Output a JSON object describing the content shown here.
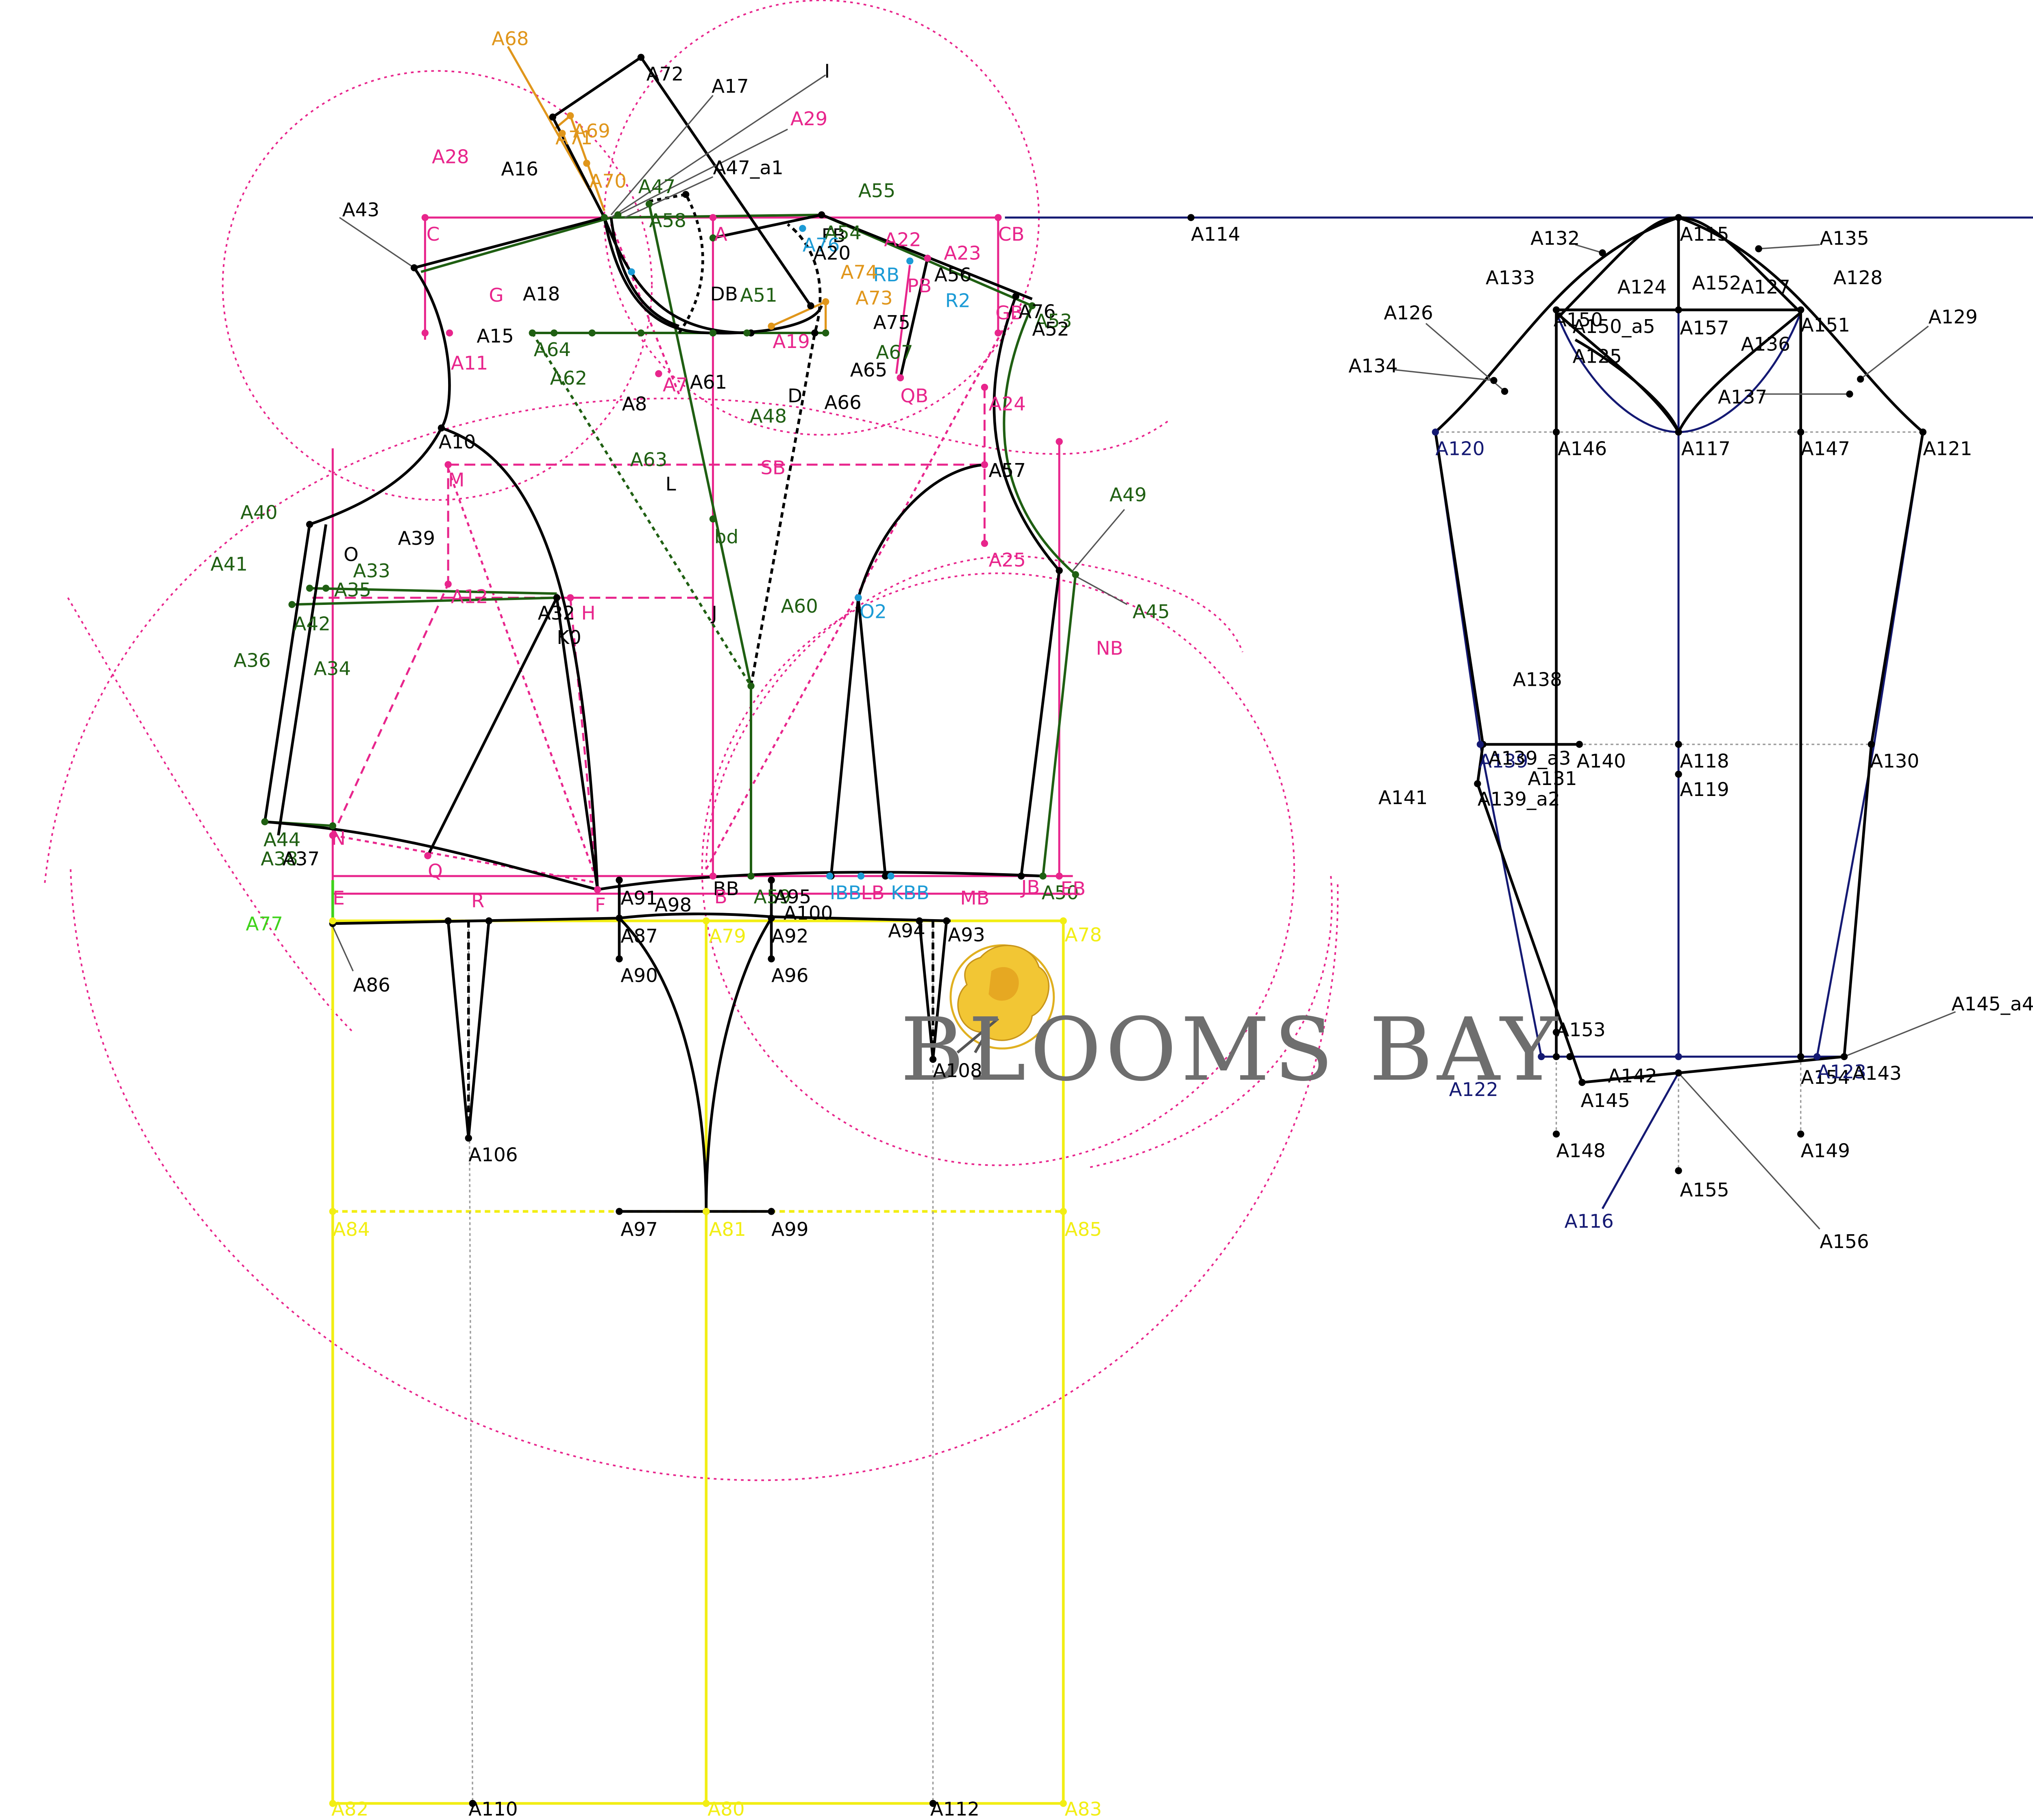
{
  "watermark": {
    "text": "BLOOMS BAY"
  },
  "colors": {
    "black": "#000000",
    "pink": "#e8258c",
    "green": "#1f5f12",
    "orange": "#e0961b",
    "blue": "#1c9bd6",
    "navy": "#141973",
    "yellow": "#f2ee14",
    "lime": "#3fd21b",
    "gray": "#9a9a9a"
  },
  "labels": [
    {
      "t": "A68",
      "c": "orange"
    },
    {
      "t": "A72",
      "c": "black"
    },
    {
      "t": "A17",
      "c": "black"
    },
    {
      "t": "I",
      "c": "black"
    },
    {
      "t": "A29",
      "c": "pink"
    },
    {
      "t": "A69",
      "c": "orange"
    },
    {
      "t": "A71",
      "c": "orange"
    },
    {
      "t": "A28",
      "c": "pink"
    },
    {
      "t": "A16",
      "c": "black"
    },
    {
      "t": "A70",
      "c": "orange"
    },
    {
      "t": "A47",
      "c": "green"
    },
    {
      "t": "A47_a1",
      "c": "black"
    },
    {
      "t": "A55",
      "c": "green"
    },
    {
      "t": "A43",
      "c": "black"
    },
    {
      "t": "C",
      "c": "pink"
    },
    {
      "t": "A58",
      "c": "green"
    },
    {
      "t": "A",
      "c": "pink"
    },
    {
      "t": "FB",
      "c": "black"
    },
    {
      "t": "A54",
      "c": "green"
    },
    {
      "t": "CB",
      "c": "pink"
    },
    {
      "t": "A76",
      "c": "blue"
    },
    {
      "t": "A20",
      "c": "black"
    },
    {
      "t": "A22",
      "c": "pink"
    },
    {
      "t": "A23",
      "c": "pink"
    },
    {
      "t": "RB",
      "c": "blue"
    },
    {
      "t": "A56",
      "c": "black"
    },
    {
      "t": "A74",
      "c": "orange"
    },
    {
      "t": "A73",
      "c": "orange"
    },
    {
      "t": "PB",
      "c": "pink"
    },
    {
      "t": "R2",
      "c": "blue"
    },
    {
      "t": "G",
      "c": "pink"
    },
    {
      "t": "A18",
      "c": "black"
    },
    {
      "t": "DB",
      "c": "black"
    },
    {
      "t": "A51",
      "c": "green"
    },
    {
      "t": "A75",
      "c": "black"
    },
    {
      "t": "GB",
      "c": "pink"
    },
    {
      "t": "A76",
      "c": "black"
    },
    {
      "t": "A53",
      "c": "green"
    },
    {
      "t": "A52",
      "c": "black"
    },
    {
      "t": "A15",
      "c": "black"
    },
    {
      "t": "A64",
      "c": "green"
    },
    {
      "t": "A19",
      "c": "pink"
    },
    {
      "t": "A65",
      "c": "black"
    },
    {
      "t": "A67",
      "c": "green"
    },
    {
      "t": "A11",
      "c": "pink"
    },
    {
      "t": "A62",
      "c": "green"
    },
    {
      "t": "A7",
      "c": "pink"
    },
    {
      "t": "A61",
      "c": "black"
    },
    {
      "t": "D",
      "c": "black"
    },
    {
      "t": "QB",
      "c": "pink"
    },
    {
      "t": "A24",
      "c": "pink"
    },
    {
      "t": "A8",
      "c": "black"
    },
    {
      "t": "A48",
      "c": "green"
    },
    {
      "t": "A66",
      "c": "black"
    },
    {
      "t": "A10",
      "c": "black"
    },
    {
      "t": "A57",
      "c": "black"
    },
    {
      "t": "A63",
      "c": "green"
    },
    {
      "t": "M",
      "c": "pink"
    },
    {
      "t": "SB",
      "c": "pink"
    },
    {
      "t": "A57",
      "c": "black"
    },
    {
      "t": "L",
      "c": "black"
    },
    {
      "t": "A49",
      "c": "green"
    },
    {
      "t": "A40",
      "c": "green"
    },
    {
      "t": "A39",
      "c": "black"
    },
    {
      "t": "bd",
      "c": "green"
    },
    {
      "t": "O",
      "c": "black"
    },
    {
      "t": "A25",
      "c": "pink"
    },
    {
      "t": "A41",
      "c": "green"
    },
    {
      "t": "A33",
      "c": "green"
    },
    {
      "t": "A35",
      "c": "green"
    },
    {
      "t": "A12",
      "c": "pink"
    },
    {
      "t": "A45",
      "c": "green"
    },
    {
      "t": "A60",
      "c": "green"
    },
    {
      "t": "A42",
      "c": "green"
    },
    {
      "t": "A32",
      "c": "black"
    },
    {
      "t": "H",
      "c": "pink"
    },
    {
      "t": "J",
      "c": "black"
    },
    {
      "t": "O2",
      "c": "blue"
    },
    {
      "t": "NB",
      "c": "pink"
    },
    {
      "t": "A36",
      "c": "green"
    },
    {
      "t": "A34",
      "c": "green"
    },
    {
      "t": "K0",
      "c": "black"
    },
    {
      "t": "A44",
      "c": "green"
    },
    {
      "t": "N",
      "c": "pink"
    },
    {
      "t": "A38",
      "c": "green"
    },
    {
      "t": "A37",
      "c": "black"
    },
    {
      "t": "Q",
      "c": "pink"
    },
    {
      "t": "BB",
      "c": "black"
    },
    {
      "t": "IBB",
      "c": "blue"
    },
    {
      "t": "LB",
      "c": "pink"
    },
    {
      "t": "KBB",
      "c": "blue"
    },
    {
      "t": "MB",
      "c": "pink"
    },
    {
      "t": "JB",
      "c": "pink"
    },
    {
      "t": "A50",
      "c": "green"
    },
    {
      "t": "EB",
      "c": "pink"
    },
    {
      "t": "E",
      "c": "pink"
    },
    {
      "t": "R",
      "c": "pink"
    },
    {
      "t": "F",
      "c": "pink"
    },
    {
      "t": "A91",
      "c": "black"
    },
    {
      "t": "A98",
      "c": "black"
    },
    {
      "t": "B",
      "c": "pink"
    },
    {
      "t": "A59",
      "c": "green"
    },
    {
      "t": "A95",
      "c": "black"
    },
    {
      "t": "A100",
      "c": "black"
    },
    {
      "t": "A77",
      "c": "lime"
    },
    {
      "t": "A87",
      "c": "black"
    },
    {
      "t": "A79",
      "c": "yellow"
    },
    {
      "t": "A92",
      "c": "black"
    },
    {
      "t": "A94",
      "c": "black"
    },
    {
      "t": "A93",
      "c": "black"
    },
    {
      "t": "A78",
      "c": "yellow"
    },
    {
      "t": "A86",
      "c": "black"
    },
    {
      "t": "A90",
      "c": "black"
    },
    {
      "t": "A96",
      "c": "black"
    },
    {
      "t": "A108",
      "c": "black"
    },
    {
      "t": "A106",
      "c": "black"
    },
    {
      "t": "A84",
      "c": "yellow"
    },
    {
      "t": "A97",
      "c": "black"
    },
    {
      "t": "A81",
      "c": "yellow"
    },
    {
      "t": "A99",
      "c": "black"
    },
    {
      "t": "A85",
      "c": "yellow"
    },
    {
      "t": "A82",
      "c": "yellow"
    },
    {
      "t": "A110",
      "c": "black"
    },
    {
      "t": "A80",
      "c": "yellow"
    },
    {
      "t": "A112",
      "c": "black"
    },
    {
      "t": "A83",
      "c": "yellow"
    },
    {
      "t": "A114",
      "c": "black"
    },
    {
      "t": "A115",
      "c": "black"
    },
    {
      "t": "A132",
      "c": "black"
    },
    {
      "t": "A135",
      "c": "black"
    },
    {
      "t": "A133",
      "c": "black"
    },
    {
      "t": "A124",
      "c": "black"
    },
    {
      "t": "A152",
      "c": "black"
    },
    {
      "t": "A127",
      "c": "black"
    },
    {
      "t": "A128",
      "c": "black"
    },
    {
      "t": "A150",
      "c": "black"
    },
    {
      "t": "A150_a5",
      "c": "black"
    },
    {
      "t": "A126",
      "c": "black"
    },
    {
      "t": "A157",
      "c": "black"
    },
    {
      "t": "A151",
      "c": "black"
    },
    {
      "t": "A129",
      "c": "black"
    },
    {
      "t": "A125",
      "c": "black"
    },
    {
      "t": "A136",
      "c": "black"
    },
    {
      "t": "A134",
      "c": "black"
    },
    {
      "t": "A137",
      "c": "black"
    },
    {
      "t": "A120",
      "c": "navy"
    },
    {
      "t": "A146",
      "c": "black"
    },
    {
      "t": "A117",
      "c": "black"
    },
    {
      "t": "A147",
      "c": "black"
    },
    {
      "t": "A121",
      "c": "black"
    },
    {
      "t": "A138",
      "c": "black"
    },
    {
      "t": "A139",
      "c": "navy"
    },
    {
      "t": "A139_a3",
      "c": "black"
    },
    {
      "t": "A140",
      "c": "black"
    },
    {
      "t": "A118",
      "c": "black"
    },
    {
      "t": "A130",
      "c": "black"
    },
    {
      "t": "A131",
      "c": "black"
    },
    {
      "t": "A119",
      "c": "black"
    },
    {
      "t": "A141",
      "c": "black"
    },
    {
      "t": "A139_a2",
      "c": "black"
    },
    {
      "t": "A145_a4",
      "c": "black"
    },
    {
      "t": "A153",
      "c": "black"
    },
    {
      "t": "A122",
      "c": "navy"
    },
    {
      "t": "A142",
      "c": "black"
    },
    {
      "t": "A145",
      "c": "black"
    },
    {
      "t": "A154",
      "c": "black"
    },
    {
      "t": "A123",
      "c": "navy"
    },
    {
      "t": "A143",
      "c": "black"
    },
    {
      "t": "A148",
      "c": "black"
    },
    {
      "t": "A149",
      "c": "black"
    },
    {
      "t": "A155",
      "c": "black"
    },
    {
      "t": "A116",
      "c": "navy"
    },
    {
      "t": "A156",
      "c": "black"
    }
  ]
}
